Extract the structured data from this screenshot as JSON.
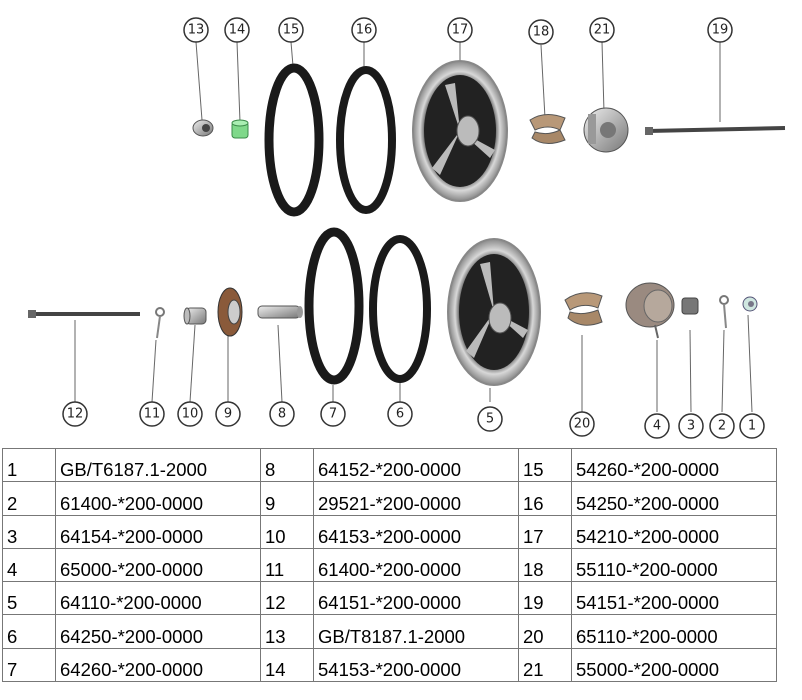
{
  "callouts": {
    "c1": "1",
    "c2": "2",
    "c3": "3",
    "c4": "4",
    "c5": "5",
    "c6": "6",
    "c7": "7",
    "c8": "8",
    "c9": "9",
    "c10": "10",
    "c11": "11",
    "c12": "12",
    "c13": "13",
    "c14": "14",
    "c15": "15",
    "c16": "16",
    "c17": "17",
    "c18": "18",
    "c19": "19",
    "c20": "20",
    "c21": "21"
  },
  "parts": [
    {
      "no": "1",
      "code": "GB/T6187.1-2000"
    },
    {
      "no": "2",
      "code": "61400-*200-0000"
    },
    {
      "no": "3",
      "code": "64154-*200-0000"
    },
    {
      "no": "4",
      "code": "65000-*200-0000"
    },
    {
      "no": "5",
      "code": "64110-*200-0000"
    },
    {
      "no": "6",
      "code": "64250-*200-0000"
    },
    {
      "no": "7",
      "code": "64260-*200-0000"
    },
    {
      "no": "8",
      "code": "64152-*200-0000"
    },
    {
      "no": "9",
      "code": "29521-*200-0000"
    },
    {
      "no": "10",
      "code": "64153-*200-0000"
    },
    {
      "no": "11",
      "code": "61400-*200-0000"
    },
    {
      "no": "12",
      "code": "64151-*200-0000"
    },
    {
      "no": "13",
      "code": "GB/T8187.1-2000"
    },
    {
      "no": "14",
      "code": "54153-*200-0000"
    },
    {
      "no": "15",
      "code": "54260-*200-0000"
    },
    {
      "no": "16",
      "code": "54250-*200-0000"
    },
    {
      "no": "17",
      "code": "54210-*200-0000"
    },
    {
      "no": "18",
      "code": "55110-*200-0000"
    },
    {
      "no": "19",
      "code": "54151-*200-0000"
    },
    {
      "no": "20",
      "code": "65110-*200-0000"
    },
    {
      "no": "21",
      "code": "55000-*200-0000"
    }
  ],
  "colors": {
    "tire": "#1a1a1a",
    "rim": "#c8c8c8",
    "hub": "#5a5a5a",
    "brake_lining": "#b89878",
    "bushing_green": "#7fd88a",
    "leader_line": "#666666",
    "table_border": "#777777"
  }
}
